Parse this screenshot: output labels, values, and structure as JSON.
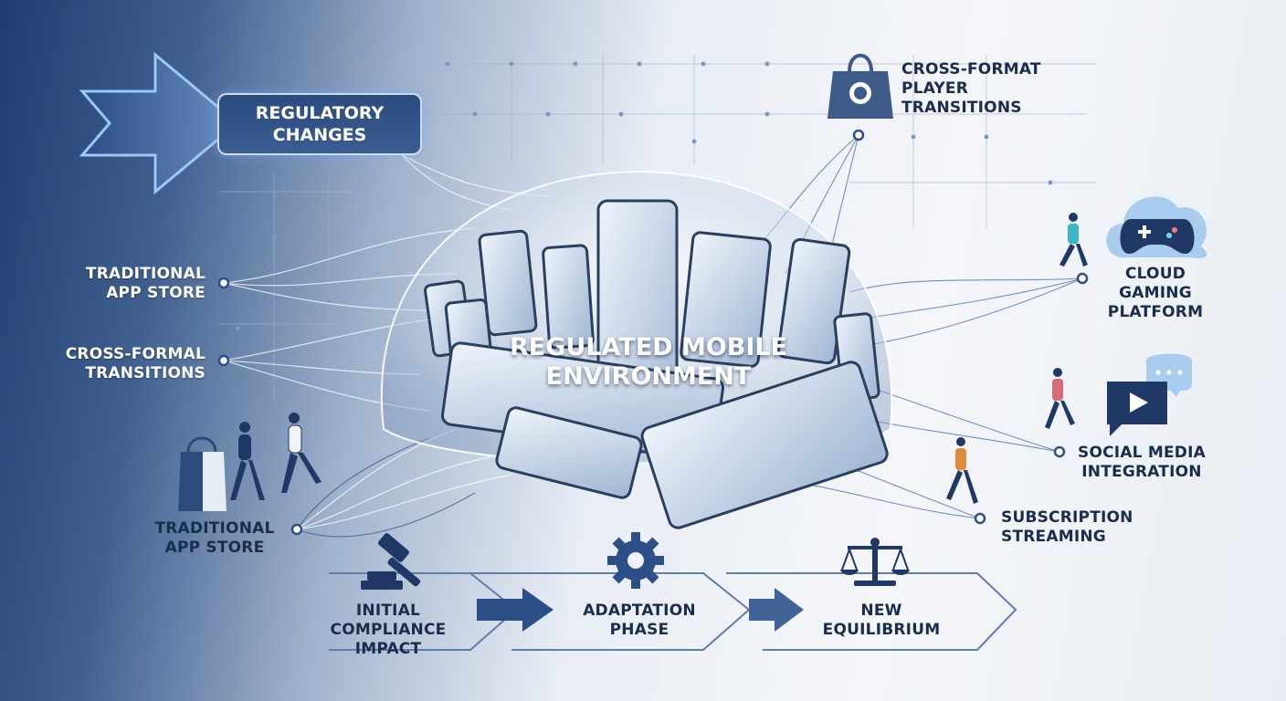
{
  "banner": {
    "label": "REGULATORY\nCHANGES"
  },
  "center": {
    "label": "REGULATED MOBILE\nENVIRONMENT"
  },
  "left_labels": [
    "TRADITIONAL\nAPP STORE",
    "CROSS-FORMAL\nTRANSITIONS",
    "TRADITIONAL\nAPP STORE"
  ],
  "right_labels": [
    "CROSS-FORMAT\nPLAYER\nTRANSITIONS",
    "CLOUD GAMING\nPLATFORM",
    "SOCIAL MEDIA\nINTEGRATION",
    "SUBSCRIPTION\nSTREAMING"
  ],
  "phases": [
    "INITIAL\nCOMPLIANCE\nIMPACT",
    "ADAPTATION\nPHASE",
    "NEW\nEQUILIBRIUM"
  ],
  "icons": {
    "shopping_bag": "shopping-bag-icon",
    "cloud_gamepad": "cloud-gamepad-icon",
    "video_chat": "video-chat-icon",
    "gavel": "gavel-icon",
    "gear": "gear-icon",
    "scales": "scales-icon"
  },
  "colors": {
    "navy": "#1f3866",
    "accent": "#3a6fb5",
    "glow": "#8ec5ff",
    "text_dark": "#1a2d4d"
  }
}
